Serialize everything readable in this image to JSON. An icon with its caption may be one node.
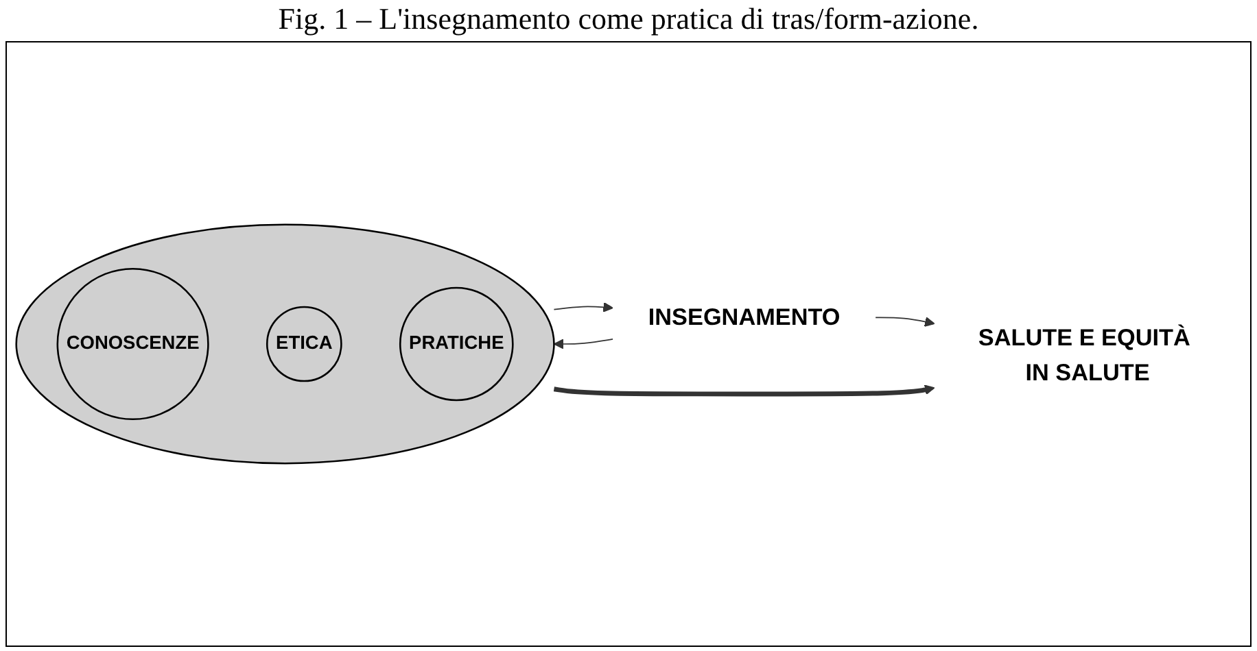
{
  "diagram": {
    "title": "Fig. 1 – L'insegnamento come pratica di tras/form-azione.",
    "nodes": [
      {
        "text": [],
        "shape": "circle"
      },
      {
        "text": [
          "CONOSCENZE"
        ],
        "in": 0
      },
      {
        "text": [
          "ETICA"
        ],
        "in": 0
      },
      {
        "text": [
          "PRATICHE"
        ],
        "in": 0
      },
      {
        "text": [
          "SALUTE E EQUITÀ IN SALUTE"
        ]
      },
      {
        "text": [
          "INSEGNAMENTO"
        ]
      }
    ],
    "edges": [
      {
        "from": 0,
        "to": 4,
        "arrow": "to",
        "style": "thick"
      },
      {
        "from": 5,
        "to": 0,
        "arrow": "to"
      },
      {
        "from": 0,
        "to": 5,
        "arrow": "to"
      },
      {
        "from": 5,
        "to": 4,
        "arrow": "to"
      }
    ]
  }
}
